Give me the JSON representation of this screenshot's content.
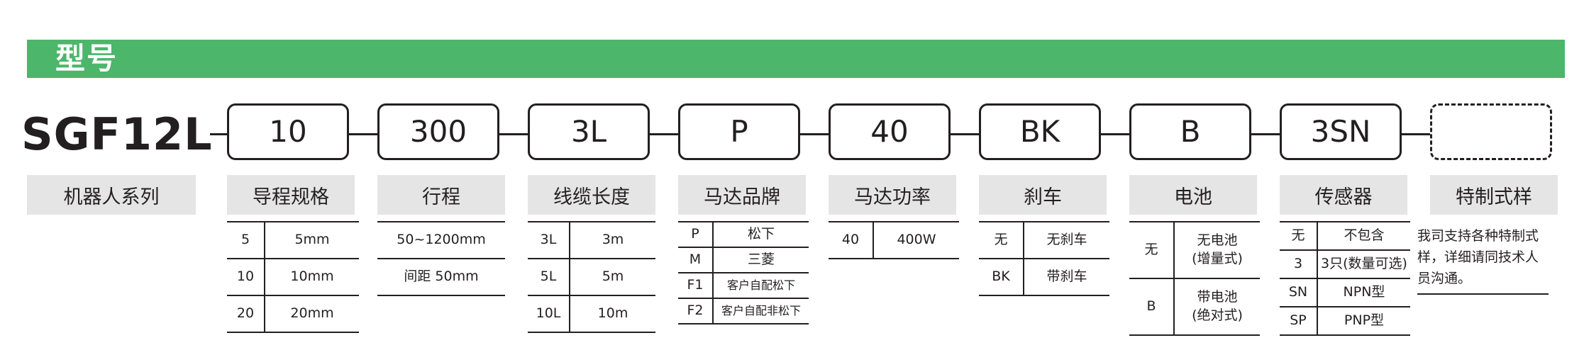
{
  "banner": {
    "title": "型号"
  },
  "model": "SGF12L",
  "segments": [
    {
      "code": "10",
      "label": "导程规格"
    },
    {
      "code": "300",
      "label": "行程"
    },
    {
      "code": "3L",
      "label": "线缆长度"
    },
    {
      "code": "P",
      "label": "马达品牌"
    },
    {
      "code": "40",
      "label": "马达功率"
    },
    {
      "code": "BK",
      "label": "刹车"
    },
    {
      "code": "B",
      "label": "电池"
    },
    {
      "code": "3SN",
      "label": "传感器"
    },
    {
      "code": "",
      "label": "特制式样"
    }
  ],
  "series_label": "机器人系列",
  "tables": {
    "lead": [
      [
        "5",
        "5mm"
      ],
      [
        "10",
        "10mm"
      ],
      [
        "20",
        "20mm"
      ]
    ],
    "stroke": [
      "50~1200mm",
      "间距 50mm"
    ],
    "cable": [
      [
        "3L",
        "3m"
      ],
      [
        "5L",
        "5m"
      ],
      [
        "10L",
        "10m"
      ]
    ],
    "brand": [
      [
        "P",
        "松下"
      ],
      [
        "M",
        "三菱"
      ],
      [
        "F1",
        "客户自配松下"
      ],
      [
        "F2",
        "客户自配非松下"
      ]
    ],
    "power": [
      [
        "40",
        "400W"
      ]
    ],
    "brake": [
      [
        "无",
        "无刹车"
      ],
      [
        "BK",
        "带刹车"
      ]
    ],
    "battery": [
      [
        "无",
        "无电池",
        "(增量式)"
      ],
      [
        "B",
        "带电池",
        "(绝对式)"
      ]
    ],
    "sensor": [
      [
        "无",
        "不包含"
      ],
      [
        "3",
        "3只(数量可选)"
      ],
      [
        "SN",
        "NPN型"
      ],
      [
        "SP",
        "PNP型"
      ]
    ],
    "custom_note": "我司支持各种特制式样，详细请同技术人员沟通。"
  }
}
